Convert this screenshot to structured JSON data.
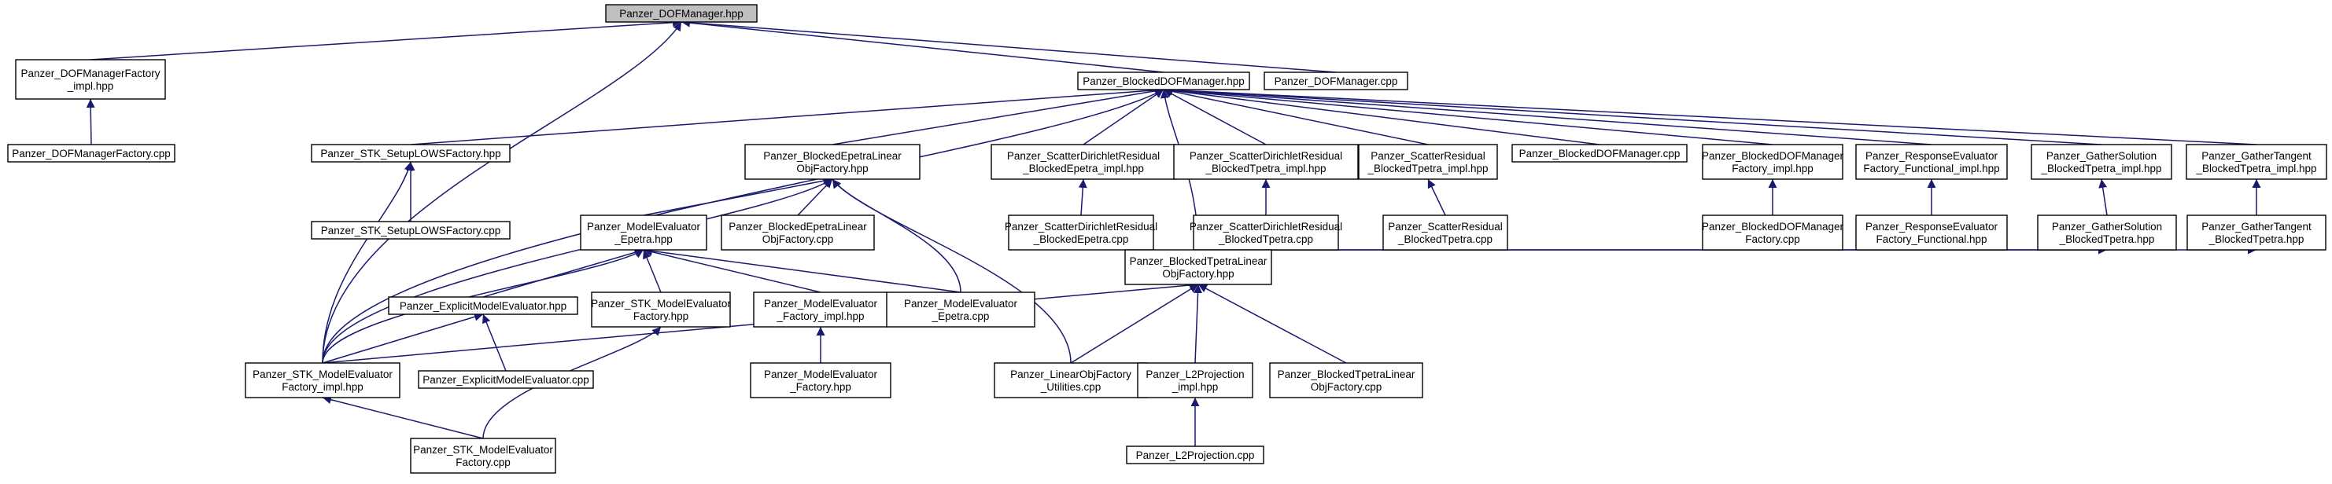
{
  "diagram": {
    "edge_color": "#191970",
    "root_fill": "#bfbfbf",
    "nodes": [
      {
        "id": "n0",
        "lines": [
          "Panzer_DOFManager.hpp"
        ],
        "root": true
      },
      {
        "id": "n1",
        "lines": [
          "Panzer_DOFManagerFactory",
          "_impl.hpp"
        ]
      },
      {
        "id": "n2",
        "lines": [
          "Panzer_BlockedDOFManager.hpp"
        ]
      },
      {
        "id": "n3",
        "lines": [
          "Panzer_DOFManager.cpp"
        ]
      },
      {
        "id": "n4",
        "lines": [
          "Panzer_DOFManagerFactory.cpp"
        ]
      },
      {
        "id": "n5",
        "lines": [
          "Panzer_STK_SetupLOWSFactory.hpp"
        ]
      },
      {
        "id": "n6",
        "lines": [
          "Panzer_BlockedEpetraLinear",
          "ObjFactory.hpp"
        ]
      },
      {
        "id": "n7",
        "lines": [
          "Panzer_ScatterDirichletResidual",
          "_BlockedEpetra_impl.hpp"
        ]
      },
      {
        "id": "n8",
        "lines": [
          "Panzer_ScatterDirichletResidual",
          "_BlockedTpetra_impl.hpp"
        ]
      },
      {
        "id": "n9",
        "lines": [
          "Panzer_ScatterResidual",
          "_BlockedTpetra_impl.hpp"
        ]
      },
      {
        "id": "n10",
        "lines": [
          "Panzer_BlockedDOFManager.cpp"
        ]
      },
      {
        "id": "n11",
        "lines": [
          "Panzer_BlockedDOFManager",
          "Factory_impl.hpp"
        ]
      },
      {
        "id": "n12",
        "lines": [
          "Panzer_ResponseEvaluator",
          "Factory_Functional_impl.hpp"
        ]
      },
      {
        "id": "n13",
        "lines": [
          "Panzer_GatherSolution",
          "_BlockedTpetra_impl.hpp"
        ]
      },
      {
        "id": "n14",
        "lines": [
          "Panzer_GatherTangent",
          "_BlockedTpetra_impl.hpp"
        ]
      },
      {
        "id": "n15",
        "lines": [
          "Panzer_STK_SetupLOWSFactory.cpp"
        ]
      },
      {
        "id": "n16",
        "lines": [
          "Panzer_ModelEvaluator",
          "_Epetra.hpp"
        ]
      },
      {
        "id": "n17",
        "lines": [
          "Panzer_BlockedEpetraLinear",
          "ObjFactory.cpp"
        ]
      },
      {
        "id": "n18",
        "lines": [
          "Panzer_ScatterDirichletResidual",
          "_BlockedEpetra.cpp"
        ]
      },
      {
        "id": "n19",
        "lines": [
          "Panzer_ScatterDirichletResidual",
          "_BlockedTpetra.cpp"
        ]
      },
      {
        "id": "n20",
        "lines": [
          "Panzer_ScatterResidual",
          "_BlockedTpetra.cpp"
        ]
      },
      {
        "id": "n21",
        "lines": [
          "Panzer_BlockedDOFManager",
          "Factory.cpp"
        ]
      },
      {
        "id": "n22",
        "lines": [
          "Panzer_ResponseEvaluator",
          "Factory_Functional.hpp"
        ]
      },
      {
        "id": "n23",
        "lines": [
          "Panzer_GatherSolution",
          "_BlockedTpetra.hpp"
        ]
      },
      {
        "id": "n24",
        "lines": [
          "Panzer_GatherTangent",
          "_BlockedTpetra.hpp"
        ]
      },
      {
        "id": "n25",
        "lines": [
          "Panzer_ExplicitModelEvaluator.hpp"
        ]
      },
      {
        "id": "n26",
        "lines": [
          "Panzer_STK_ModelEvaluator",
          "Factory.hpp"
        ]
      },
      {
        "id": "n27",
        "lines": [
          "Panzer_ModelEvaluator",
          "_Factory_impl.hpp"
        ]
      },
      {
        "id": "n28",
        "lines": [
          "Panzer_ModelEvaluator",
          "_Epetra.cpp"
        ]
      },
      {
        "id": "n29",
        "lines": [
          "Panzer_BlockedTpetraLinear",
          "ObjFactory.hpp"
        ]
      },
      {
        "id": "n30",
        "lines": [
          "Panzer_STK_ModelEvaluator",
          "Factory_impl.hpp"
        ]
      },
      {
        "id": "n31",
        "lines": [
          "Panzer_ExplicitModelEvaluator.cpp"
        ]
      },
      {
        "id": "n32",
        "lines": [
          "Panzer_ModelEvaluator",
          "_Factory.hpp"
        ]
      },
      {
        "id": "n33",
        "lines": [
          "Panzer_LinearObjFactory",
          "_Utilities.cpp"
        ]
      },
      {
        "id": "n34",
        "lines": [
          "Panzer_L2Projection",
          "_impl.hpp"
        ]
      },
      {
        "id": "n35",
        "lines": [
          "Panzer_BlockedTpetraLinear",
          "ObjFactory.cpp"
        ]
      },
      {
        "id": "n36",
        "lines": [
          "Panzer_STK_ModelEvaluator",
          "Factory.cpp"
        ]
      },
      {
        "id": "n37",
        "lines": [
          "Panzer_L2Projection.cpp"
        ]
      }
    ],
    "edges": [
      [
        "n1",
        "n0"
      ],
      [
        "n2",
        "n0"
      ],
      [
        "n3",
        "n0"
      ],
      [
        "n30",
        "n0"
      ],
      [
        "n4",
        "n1"
      ],
      [
        "n5",
        "n2"
      ],
      [
        "n6",
        "n2"
      ],
      [
        "n7",
        "n2"
      ],
      [
        "n8",
        "n2"
      ],
      [
        "n9",
        "n2"
      ],
      [
        "n10",
        "n2"
      ],
      [
        "n11",
        "n2"
      ],
      [
        "n12",
        "n2"
      ],
      [
        "n13",
        "n2"
      ],
      [
        "n14",
        "n2"
      ],
      [
        "n29",
        "n2"
      ],
      [
        "n30",
        "n2"
      ],
      [
        "n15",
        "n5"
      ],
      [
        "n30",
        "n5"
      ],
      [
        "n16",
        "n6"
      ],
      [
        "n17",
        "n6"
      ],
      [
        "n28",
        "n6"
      ],
      [
        "n33",
        "n6"
      ],
      [
        "n30",
        "n6"
      ],
      [
        "n18",
        "n7"
      ],
      [
        "n19",
        "n8"
      ],
      [
        "n20",
        "n9"
      ],
      [
        "n21",
        "n11"
      ],
      [
        "n22",
        "n12"
      ],
      [
        "n23",
        "n13"
      ],
      [
        "n24",
        "n14"
      ],
      [
        "n25",
        "n16"
      ],
      [
        "n26",
        "n16"
      ],
      [
        "n27",
        "n16"
      ],
      [
        "n28",
        "n16"
      ],
      [
        "n30",
        "n16"
      ],
      [
        "n29",
        "n23"
      ],
      [
        "n29",
        "n24"
      ],
      [
        "n30",
        "n25"
      ],
      [
        "n31",
        "n25"
      ],
      [
        "n36",
        "n26"
      ],
      [
        "n32",
        "n27"
      ],
      [
        "n30",
        "n29"
      ],
      [
        "n33",
        "n29"
      ],
      [
        "n34",
        "n29"
      ],
      [
        "n35",
        "n29"
      ],
      [
        "n36",
        "n30"
      ],
      [
        "n37",
        "n34"
      ]
    ]
  }
}
